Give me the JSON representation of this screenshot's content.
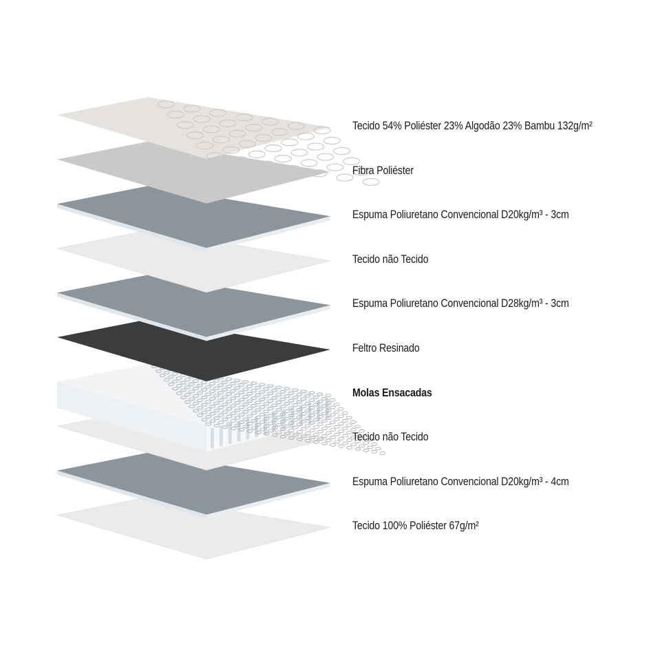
{
  "layers": [
    {
      "label": "Tecido 54% Poliéster 23% Algodão 23% Bambu 132g/m²",
      "type": "quilted",
      "color": "#e6e3de"
    },
    {
      "label": "Fibra Poliéster",
      "type": "fiber",
      "color": "#c9c9c9"
    },
    {
      "label": "Espuma Poliuretano Convencional D20kg/m³ - 3cm",
      "type": "foam",
      "color": "#8c959b"
    },
    {
      "label": "Tecido não Tecido",
      "type": "fabric",
      "color": "#ebebeb"
    },
    {
      "label": "Espuma Poliuretano Convencional D28kg/m³ - 3cm",
      "type": "foam",
      "color": "#8c959b"
    },
    {
      "label": "Feltro Resinado",
      "type": "felt",
      "color": "#3a3c3e"
    },
    {
      "label": "Molas Ensacadas",
      "type": "springs",
      "color": "#f2f4f6",
      "bold": true
    },
    {
      "label": "Tecido não Tecido",
      "type": "fabric",
      "color": "#ebebeb"
    },
    {
      "label": "Espuma Poliuretano Convencional D20kg/m³ - 4cm",
      "type": "foam",
      "color": "#8c959b"
    },
    {
      "label": "Tecido 100% Poliéster 67g/m²",
      "type": "fabric",
      "color": "#ebebeb"
    }
  ]
}
